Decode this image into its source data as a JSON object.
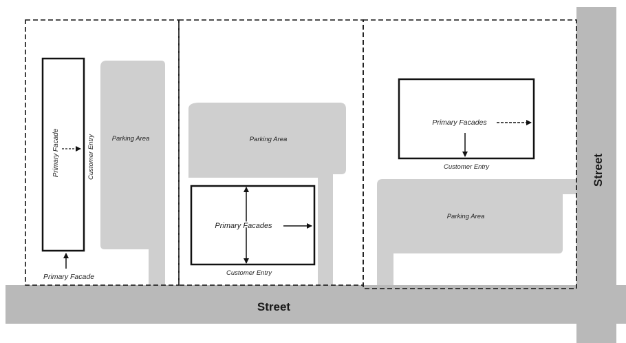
{
  "streets": {
    "bottom_label": "Street",
    "right_label": "Street"
  },
  "lot_left": {
    "primary_facade_vertical": "Primary Facade",
    "customer_entry": "Customer Entry",
    "parking_area": "Parking Area",
    "primary_facade_bottom": "Primary Facade"
  },
  "lot_middle": {
    "parking_area": "Parking Area",
    "primary_facades": "Primary Facades",
    "customer_entry": "Customer Entry"
  },
  "lot_right": {
    "primary_facades": "Primary Facades",
    "customer_entry": "Customer Entry",
    "parking_area": "Parking Area"
  },
  "colors": {
    "street": "#b9b9b9",
    "parking": "#cfcfcf",
    "outline": "#111111"
  }
}
